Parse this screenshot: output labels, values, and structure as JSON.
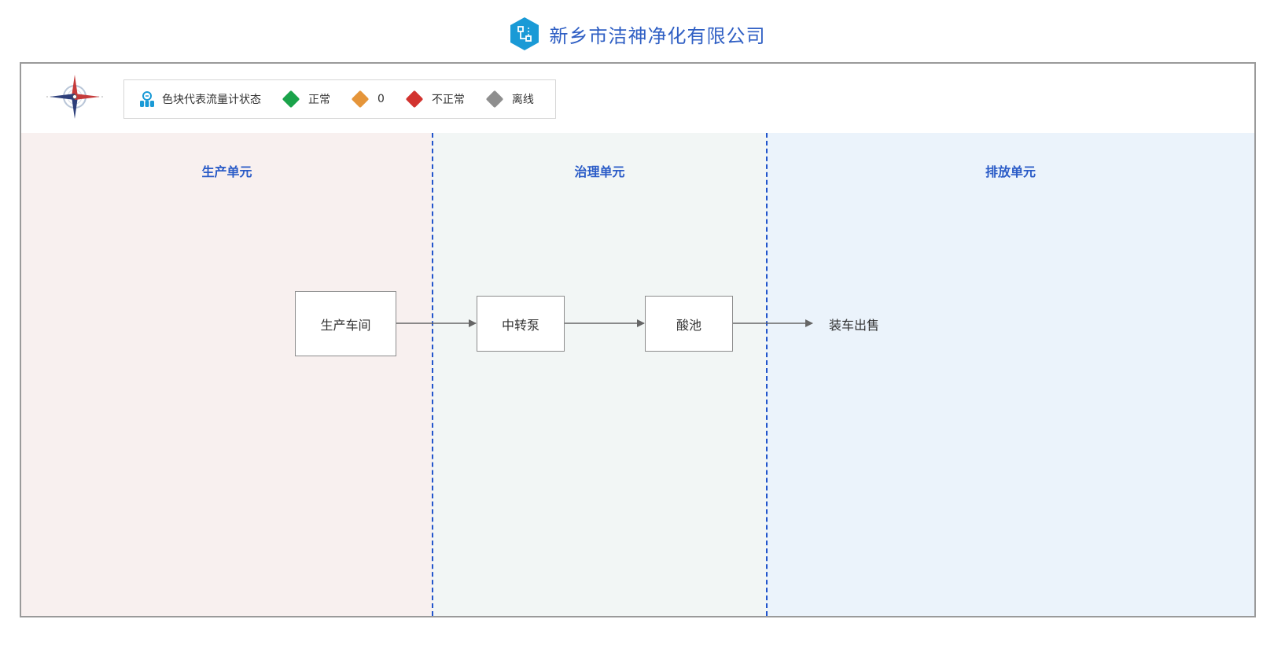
{
  "header": {
    "company_name": "新乡市洁神净化有限公司",
    "logo_icon": "flow-hexagon-icon",
    "logo_color": "#1a9ad6"
  },
  "legend": {
    "title": "色块代表流量计状态",
    "items": [
      {
        "label": "正常",
        "color": "#1aa34a"
      },
      {
        "label": "0",
        "color": "#e5953a"
      },
      {
        "label": "不正常",
        "color": "#d2332f"
      },
      {
        "label": "离线",
        "color": "#8e8e8e"
      }
    ]
  },
  "lanes": [
    {
      "label": "生产单元",
      "color": "#f8f0ef"
    },
    {
      "label": "治理单元",
      "color": "#f2f6f5"
    },
    {
      "label": "排放单元",
      "color": "#ebf3fb"
    }
  ],
  "nodes": {
    "workshop": "生产车间",
    "transfer_pump": "中转泵",
    "acid_tank": "酸池",
    "loading_sale": "装车出售"
  }
}
